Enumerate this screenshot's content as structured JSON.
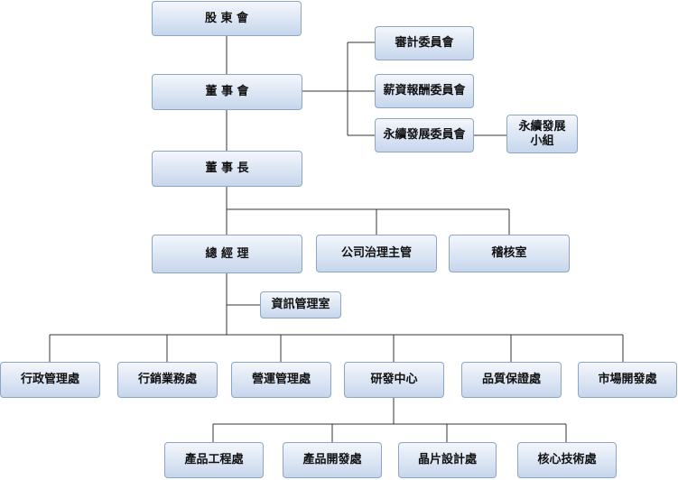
{
  "nodes": {
    "shareholders": "股 東 會",
    "board": "董 事 會",
    "audit_committee": "審計委員會",
    "remuneration_committee": "薪資報酬委員會",
    "sustainability_committee": "永續發展委員會",
    "sustainability_group": "永續發展小組",
    "chairman": "董 事 長",
    "president": "總 經 理",
    "corporate_governance": "公司治理主管",
    "audit_office": "稽核室",
    "it_office": "資訊管理室",
    "admin": "行政管理處",
    "sales": "行銷業務處",
    "operations": "營運管理處",
    "rnd": "研發中心",
    "quality": "品質保證處",
    "market_dev": "市場開發處",
    "product_eng": "產品工程處",
    "product_dev": "產品開發處",
    "chip_design": "晶片設計處",
    "core_tech": "核心技術處"
  }
}
